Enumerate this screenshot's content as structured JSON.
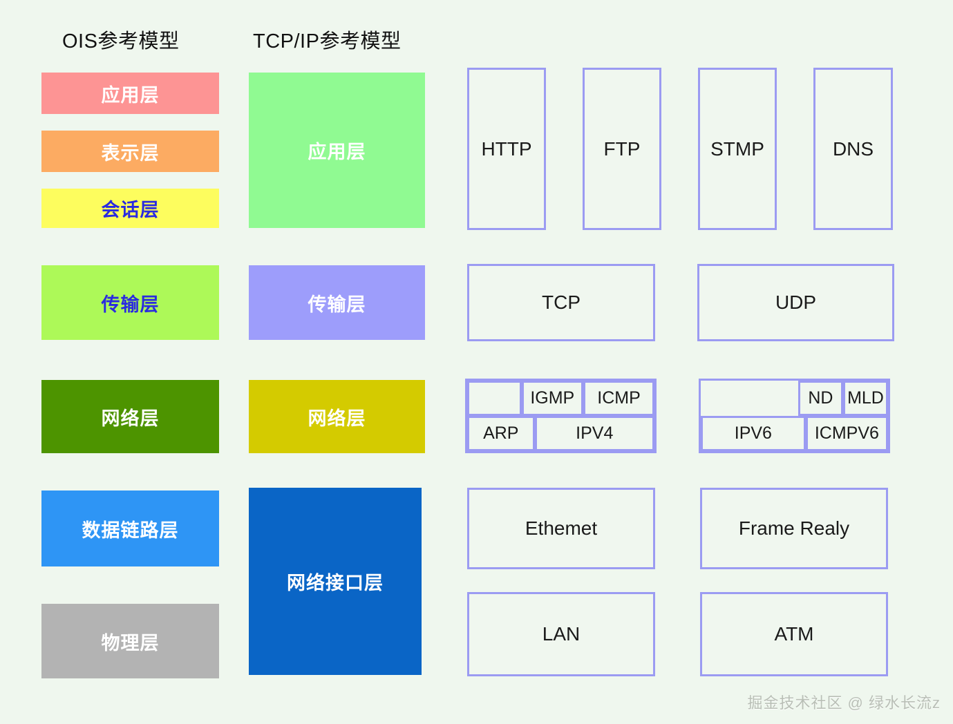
{
  "page": {
    "background_color": "#eff7ee",
    "watermark": "掘金技术社区 @ 绿水长流z"
  },
  "titles": {
    "osi": "OIS参考模型",
    "tcpip": "TCP/IP参考模型"
  },
  "osi_model": {
    "layers": [
      {
        "label": "应用层",
        "fill": "#fd9494",
        "text_color": "#ffffff"
      },
      {
        "label": "表示层",
        "fill": "#fcab62",
        "text_color": "#ffffff"
      },
      {
        "label": "会话层",
        "fill": "#fdfd5e",
        "text_color": "#2a2ae0"
      },
      {
        "label": "传输层",
        "fill": "#adf958",
        "text_color": "#2a2ae0"
      },
      {
        "label": "网络层",
        "fill": "#4d9400",
        "text_color": "#ffffff"
      },
      {
        "label": "数据链路层",
        "fill": "#2e95f5",
        "text_color": "#ffffff"
      },
      {
        "label": "物理层",
        "fill": "#b3b3b3",
        "text_color": "#ffffff"
      }
    ]
  },
  "tcpip_model": {
    "layers": [
      {
        "label": "应用层",
        "fill": "#90fa92",
        "text_color": "#ffffff"
      },
      {
        "label": "传输层",
        "fill": "#9d9dfb",
        "text_color": "#ffffff"
      },
      {
        "label": "网络层",
        "fill": "#d4cb00",
        "text_color": "#ffffff"
      },
      {
        "label": "网络接口层",
        "fill": "#0a65c6",
        "text_color": "#ffffff"
      }
    ]
  },
  "protocols": {
    "border_color": "#9b9bf2",
    "fill_color": "#f0f7ef",
    "application": [
      "HTTP",
      "FTP",
      "STMP",
      "DNS"
    ],
    "transport": [
      "TCP",
      "UDP"
    ],
    "network": {
      "ipv4_group": {
        "top_row": [
          "",
          "IGMP",
          "ICMP"
        ],
        "bottom_row": [
          "ARP",
          "IPV4"
        ]
      },
      "ipv6_group": {
        "top_row": [
          "",
          "ND",
          "MLD"
        ],
        "bottom_row": [
          "IPV6",
          "ICMPV6"
        ]
      }
    },
    "network_interface": [
      "Ethemet",
      "Frame Realy",
      "LAN",
      "ATM"
    ]
  }
}
